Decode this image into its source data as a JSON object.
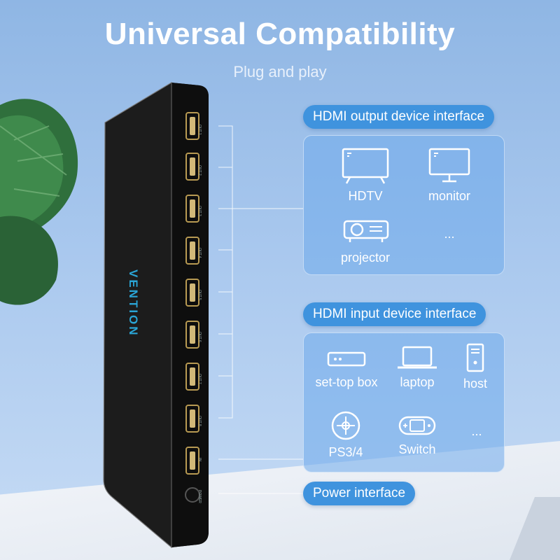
{
  "header": {
    "title": "Universal Compatibility",
    "subtitle": "Plug and play"
  },
  "device": {
    "brand": "VENTION",
    "ports": [
      "OUT 1",
      "OUT 2",
      "OUT 3",
      "OUT 4",
      "OUT 5",
      "OUT 6",
      "OUT 7",
      "OUT 8",
      "IN"
    ],
    "power_label": "POWER"
  },
  "output_section": {
    "label": "HDMI output device interface",
    "items": [
      {
        "label": "HDTV",
        "icon": "tv-icon"
      },
      {
        "label": "monitor",
        "icon": "monitor-icon"
      },
      {
        "label": "projector",
        "icon": "projector-icon"
      },
      {
        "label": "...",
        "icon": ""
      }
    ]
  },
  "input_section": {
    "label": "HDMI input device interface",
    "items": [
      {
        "label": "set-top box",
        "icon": "set-top-box-icon"
      },
      {
        "label": "laptop",
        "icon": "laptop-icon"
      },
      {
        "label": "host",
        "icon": "pc-tower-icon"
      },
      {
        "label": "PS3/4",
        "icon": "gamepad-icon"
      },
      {
        "label": "Switch",
        "icon": "switch-console-icon"
      },
      {
        "label": "...",
        "icon": ""
      }
    ]
  },
  "power_section": {
    "label": "Power interface"
  },
  "colors": {
    "accent": "#3f93de",
    "brand": "#2aa5d6"
  }
}
